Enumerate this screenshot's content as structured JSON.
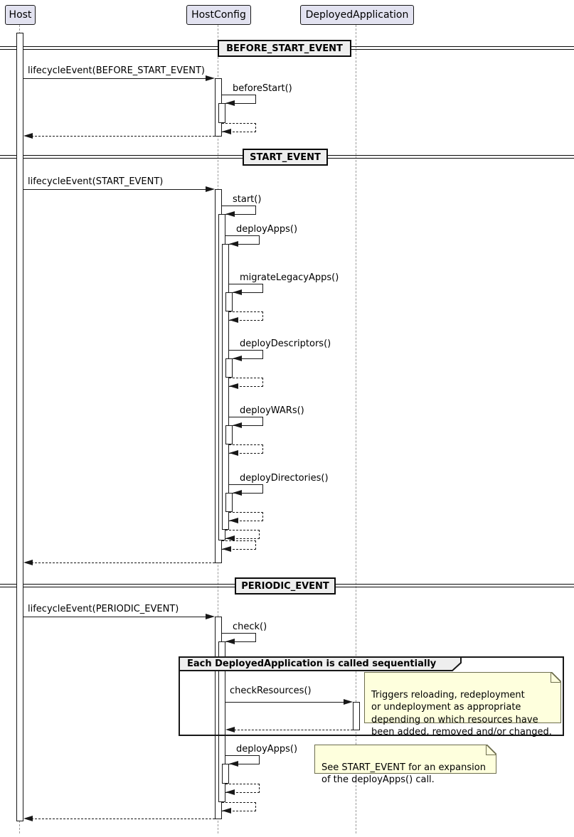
{
  "diagram": {
    "type": "uml-sequence",
    "participants": [
      {
        "name": "Host"
      },
      {
        "name": "HostConfig"
      },
      {
        "name": "DeployedApplication"
      }
    ],
    "dividers": [
      {
        "label": "BEFORE_START_EVENT"
      },
      {
        "label": "START_EVENT"
      },
      {
        "label": "PERIODIC_EVENT"
      }
    ],
    "messages": {
      "lifecycle_before_start": "lifecycleEvent(BEFORE_START_EVENT)",
      "before_start": "beforeStart()",
      "lifecycle_start": "lifecycleEvent(START_EVENT)",
      "start": "start()",
      "deploy_apps": "deployApps()",
      "migrate_legacy_apps": "migrateLegacyApps()",
      "deploy_descriptors": "deployDescriptors()",
      "deploy_wars": "deployWARs()",
      "deploy_directories": "deployDirectories()",
      "lifecycle_periodic": "lifecycleEvent(PERIODIC_EVENT)",
      "check": "check()",
      "check_resources": "checkResources()",
      "deploy_apps_periodic": "deployApps()"
    },
    "group": {
      "label": "Each DeployedApplication is called sequentially"
    },
    "notes": {
      "check_resources": "Triggers reloading, redeployment\nor undeployment as appropriate\ndepending on which resources have\nbeen added, removed and/or changed.",
      "deploy_apps": "See START_EVENT for an expansion\nof the deployApps() call."
    },
    "colors": {
      "participant_fill": "#E2E2F0",
      "divider_fill": "#EEEEEE",
      "note_fill": "#FEFFDD",
      "line": "#181818",
      "lifeline": "#9A9A9A",
      "background": "#FFFFFF"
    }
  }
}
